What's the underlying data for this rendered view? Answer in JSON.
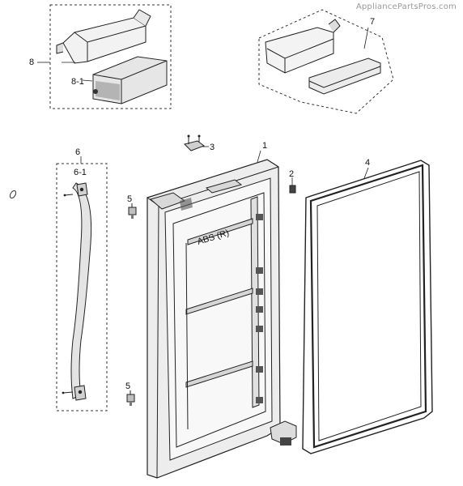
{
  "watermark": "AppliancePartsPros.com",
  "labels": {
    "l1": "1",
    "l2": "2",
    "l3": "3",
    "l4": "4",
    "l5a": "5",
    "l5b": "5",
    "l6": "6",
    "l6_1": "6-1",
    "l7": "7",
    "l8": "8",
    "l8_1": "8-1"
  },
  "door_mark": "ABS (R)"
}
